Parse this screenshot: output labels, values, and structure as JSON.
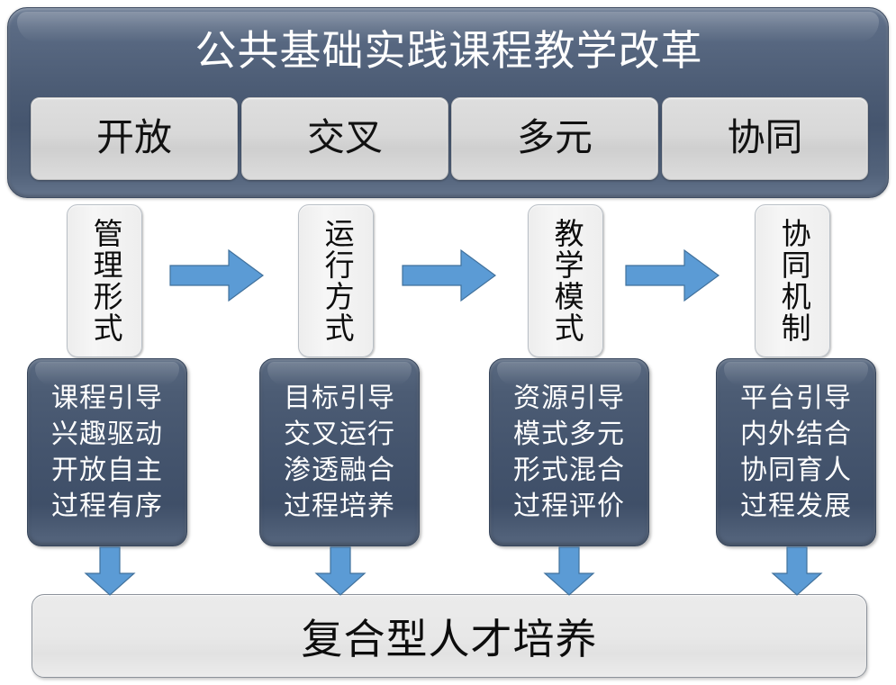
{
  "header": {
    "title": "公共基础实践课程教学改革",
    "pillars": [
      {
        "label": "开放"
      },
      {
        "label": "交叉"
      },
      {
        "label": "多元"
      },
      {
        "label": "协同"
      }
    ]
  },
  "stages": [
    {
      "label": "管理形式"
    },
    {
      "label": "运行方式"
    },
    {
      "label": "教学模式"
    },
    {
      "label": "协同机制"
    }
  ],
  "cards": [
    {
      "lines": [
        "课程引导",
        "兴趣驱动",
        "开放自主",
        "过程有序"
      ]
    },
    {
      "lines": [
        "目标引导",
        "交叉运行",
        "渗透融合",
        "过程培养"
      ]
    },
    {
      "lines": [
        "资源引导",
        "模式多元",
        "形式混合",
        "过程评价"
      ]
    },
    {
      "lines": [
        "平台引导",
        "内外结合",
        "协同育人",
        "过程发展"
      ]
    }
  ],
  "outcome": {
    "label": "复合型人才培养"
  },
  "colors": {
    "panel_dark": "#4a5a72",
    "panel_border": "#3c4a60",
    "pillar_fill": "#d8d8d8",
    "stage_fill": "#f1f1f1",
    "card_fill": "#44546d",
    "outcome_fill": "#e8e8e8",
    "arrow_fill": "#5b9bd5",
    "arrow_border": "#41719c",
    "title_text": "#ffffff",
    "body_text": "#0d0d0d"
  },
  "icons": {
    "flow_arrow_right": "arrow-right-icon",
    "flow_arrow_down": "arrow-down-icon"
  }
}
